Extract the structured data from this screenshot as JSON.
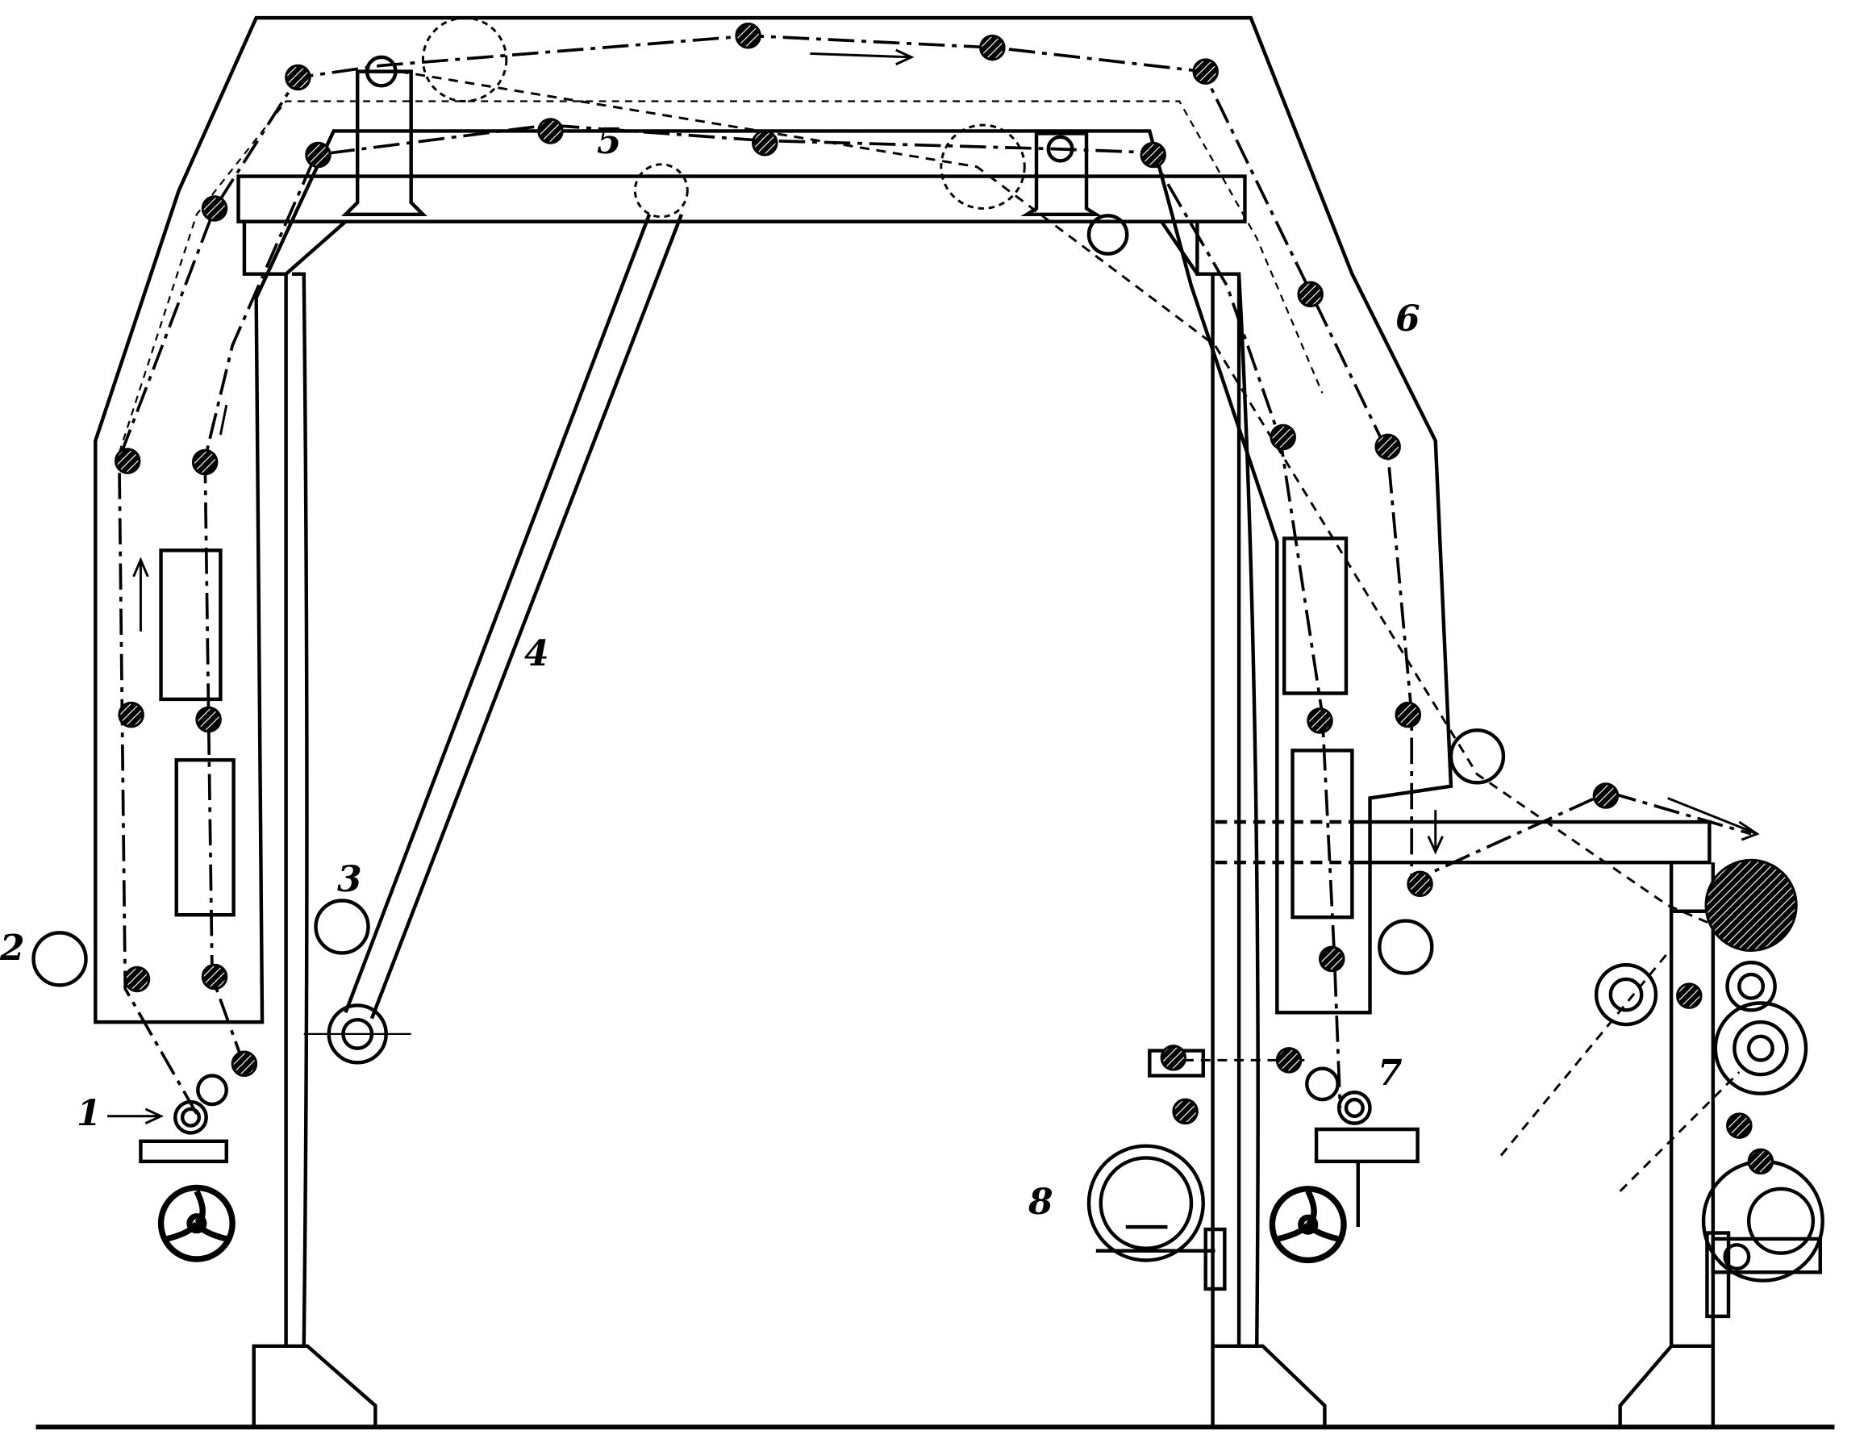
{
  "diagram": {
    "type": "machine-schematic",
    "ink_color": "#000000",
    "paper_color": "#ffffff",
    "labels": [
      "1",
      "2",
      "3",
      "4",
      "5",
      "6",
      "7",
      "8"
    ]
  }
}
